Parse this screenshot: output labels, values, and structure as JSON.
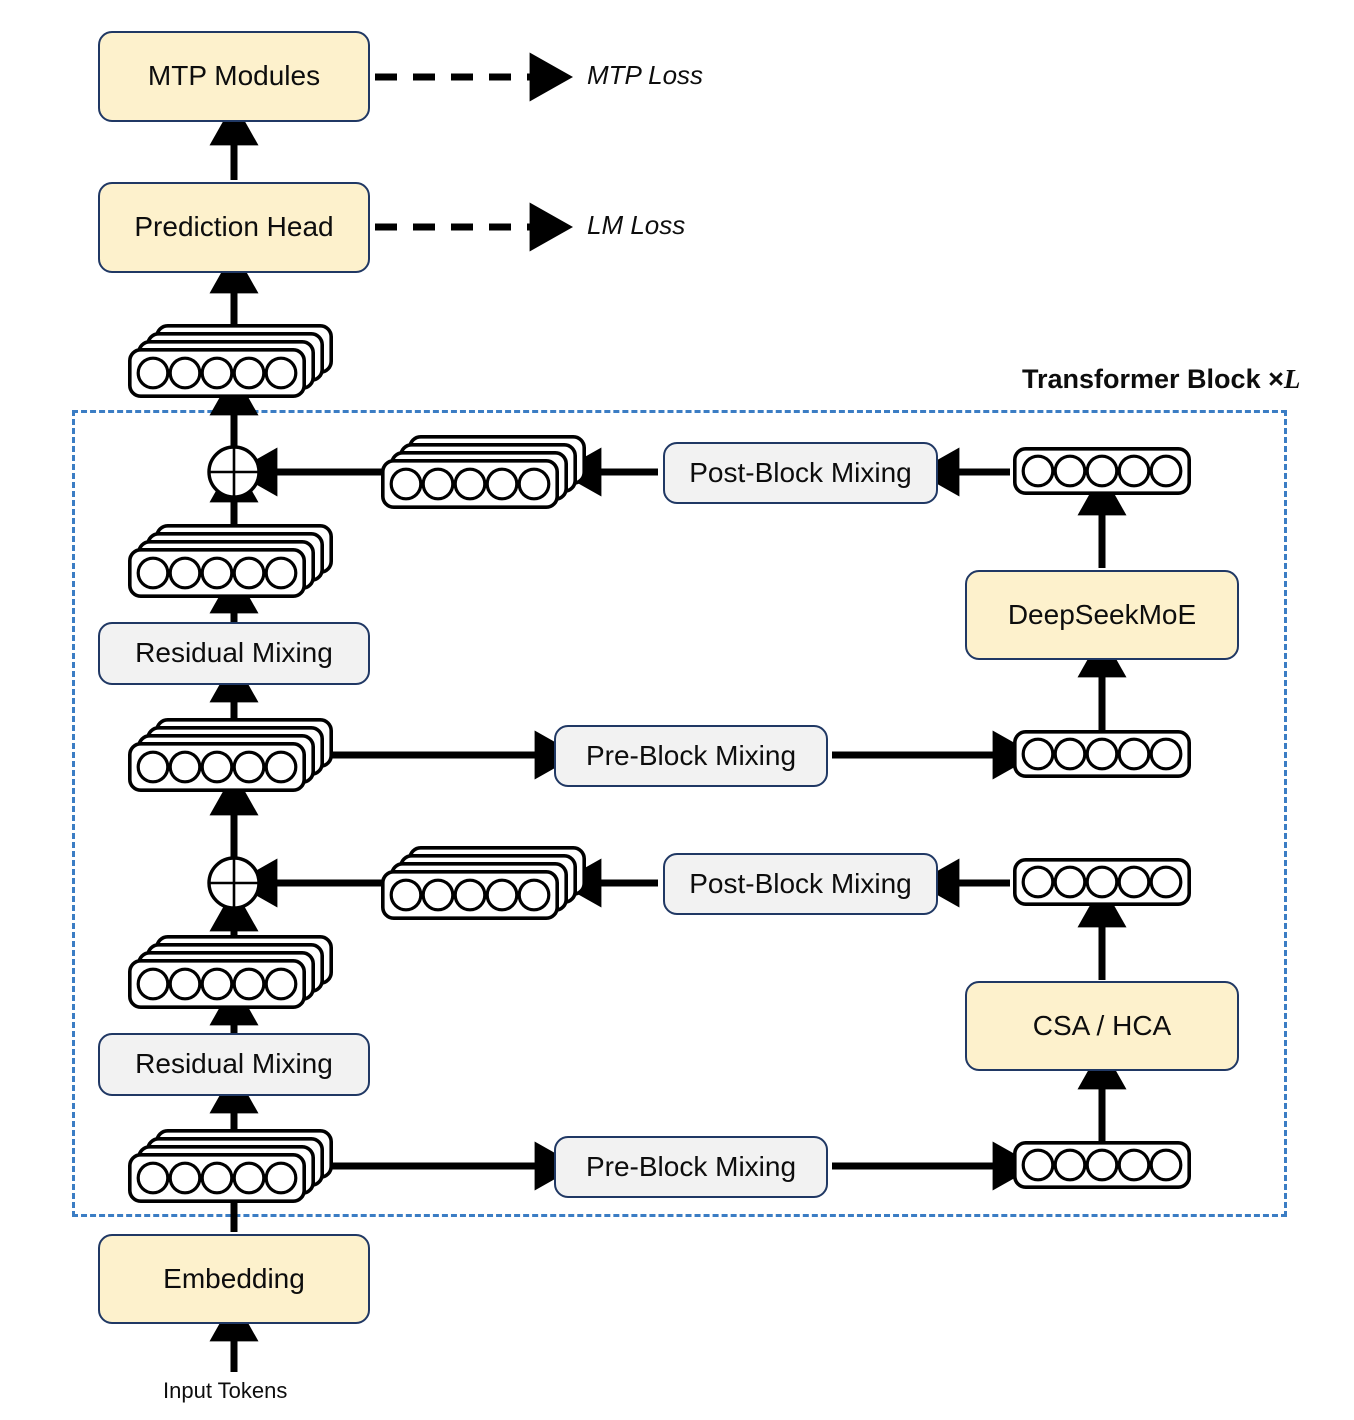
{
  "diagram": {
    "title": "DeepSeek-style Transformer architecture with mixing modules",
    "colors": {
      "cream_fill": "#FDF1CC",
      "gray_fill": "#F2F2F2",
      "box_border": "#203864",
      "dashed_border": "#3b7dc4",
      "arrow": "#000000",
      "text": "#0d0d0d"
    }
  },
  "boxes": {
    "mtp_modules": "MTP Modules",
    "prediction_head": "Prediction Head",
    "residual_mixing_upper": "Residual Mixing",
    "residual_mixing_lower": "Residual Mixing",
    "post_block_mixing_upper": "Post-Block Mixing",
    "post_block_mixing_lower": "Post-Block Mixing",
    "pre_block_mixing_upper": "Pre-Block Mixing",
    "pre_block_mixing_lower": "Pre-Block Mixing",
    "deepseekmoe": "DeepSeekMoE",
    "csa_hca": "CSA / HCA",
    "embedding": "Embedding"
  },
  "labels": {
    "mtp_loss": "MTP Loss",
    "lm_loss": "LM Loss",
    "input_tokens": "Input Tokens",
    "transformer_block_prefix": "Transformer Block ×",
    "transformer_block_repeat": "L"
  },
  "token_groups": {
    "circles_per_group": 5,
    "stacked_layers": 4,
    "single_layers": 1,
    "items": [
      {
        "id": "tokens-output-top",
        "stacked": true
      },
      {
        "id": "tokens-after-upper-add",
        "stacked": true
      },
      {
        "id": "tokens-post-block-upper",
        "stacked": true
      },
      {
        "id": "tokens-moe-output",
        "stacked": false
      },
      {
        "id": "tokens-pre-block-upper-in",
        "stacked": true
      },
      {
        "id": "tokens-pre-block-upper-out",
        "stacked": false
      },
      {
        "id": "tokens-post-block-lower",
        "stacked": true
      },
      {
        "id": "tokens-attn-output",
        "stacked": false
      },
      {
        "id": "tokens-after-lower-add",
        "stacked": true
      },
      {
        "id": "tokens-pre-block-lower-in",
        "stacked": true
      },
      {
        "id": "tokens-pre-block-lower-out",
        "stacked": false
      }
    ]
  },
  "operators": {
    "upper_add": "⊕",
    "lower_add": "⊕"
  }
}
